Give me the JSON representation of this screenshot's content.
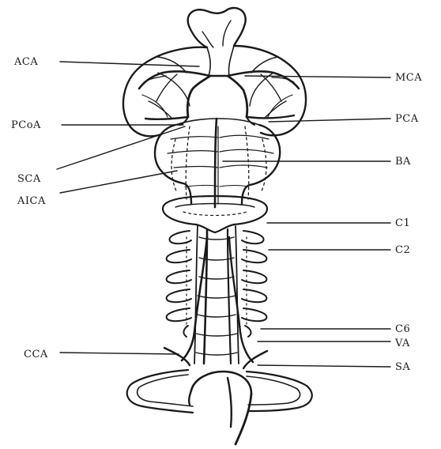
{
  "diagram": {
    "labels_left": [
      {
        "key": "aca",
        "text": "ACA"
      },
      {
        "key": "pcoa",
        "text": "PCoA"
      },
      {
        "key": "sca",
        "text": "SCA"
      },
      {
        "key": "aica",
        "text": "AICA"
      },
      {
        "key": "cca",
        "text": "CCA"
      }
    ],
    "labels_right": [
      {
        "key": "mca",
        "text": "MCA"
      },
      {
        "key": "pca",
        "text": "PCA"
      },
      {
        "key": "ba",
        "text": "BA"
      },
      {
        "key": "c1",
        "text": "C1"
      },
      {
        "key": "c2",
        "text": "C2"
      },
      {
        "key": "c6",
        "text": "C6"
      },
      {
        "key": "va",
        "text": "VA"
      },
      {
        "key": "sa",
        "text": "SA"
      }
    ]
  }
}
